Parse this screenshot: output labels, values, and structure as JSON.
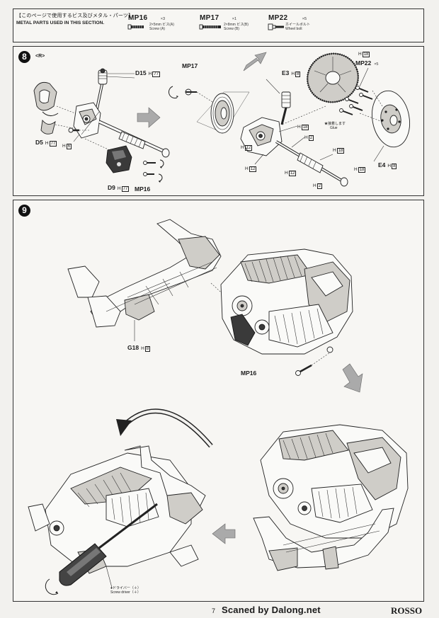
{
  "header": {
    "title_jp": "【このページで使用するビス及びメタル・パーツ】",
    "title_en": "METAL PARTS USED IN THIS SECTION.",
    "parts": [
      {
        "code": "MP16",
        "qty": "×3",
        "spec": "2×5mm ビス(A)",
        "name": "Screw (A)"
      },
      {
        "code": "MP17",
        "qty": "×1",
        "spec": "2×8mm ビス(B)",
        "name": "Screw (B)"
      },
      {
        "code": "MP22",
        "qty": "×5",
        "spec": "ホイールボルト",
        "name": "Wheel bolt"
      }
    ]
  },
  "step8": {
    "number": "8",
    "side": "<R>",
    "labels": {
      "d15": "D15",
      "d15_h": "H",
      "d15_hn": "77",
      "d5": "D5",
      "d5_h": "H",
      "d5_hn": "77",
      "h6": "H",
      "h6n": "6",
      "d9": "D9",
      "d9_h": "H",
      "d9_hn": "77",
      "mp16": "MP16",
      "mp17": "MP17",
      "e3": "E3",
      "e3_h": "H",
      "e3_hn": "8",
      "h18a": "H",
      "h18an": "18",
      "h12a": "H",
      "h12an": "12",
      "h12b": "H",
      "h12bn": "12",
      "h12c": "H",
      "h12cn": "12",
      "h2a": "H",
      "h2an": "2",
      "h2b": "H",
      "h2bn": "2",
      "h18b": "H",
      "h18bn": "18",
      "h18c": "H",
      "h18cn": "18",
      "h18top": "H",
      "h18topn": "18",
      "mp22": "MP22",
      "mp22_qty": "×5",
      "e4": "E4",
      "e4_h": "H",
      "e4_hn": "8",
      "glue_jp": "★接着します",
      "glue_en": "Glue"
    }
  },
  "step9": {
    "number": "9",
    "labels": {
      "g18": "G18",
      "g18_h": "H",
      "g18_hn": "8",
      "mp16": "MP16",
      "driver_jp": "●ドライバー（＋）",
      "driver_en": "Screw driver（＋）"
    }
  },
  "footer": {
    "page": "7",
    "scan": "Scaned by Dalong.net",
    "brand": "ROSSO"
  }
}
